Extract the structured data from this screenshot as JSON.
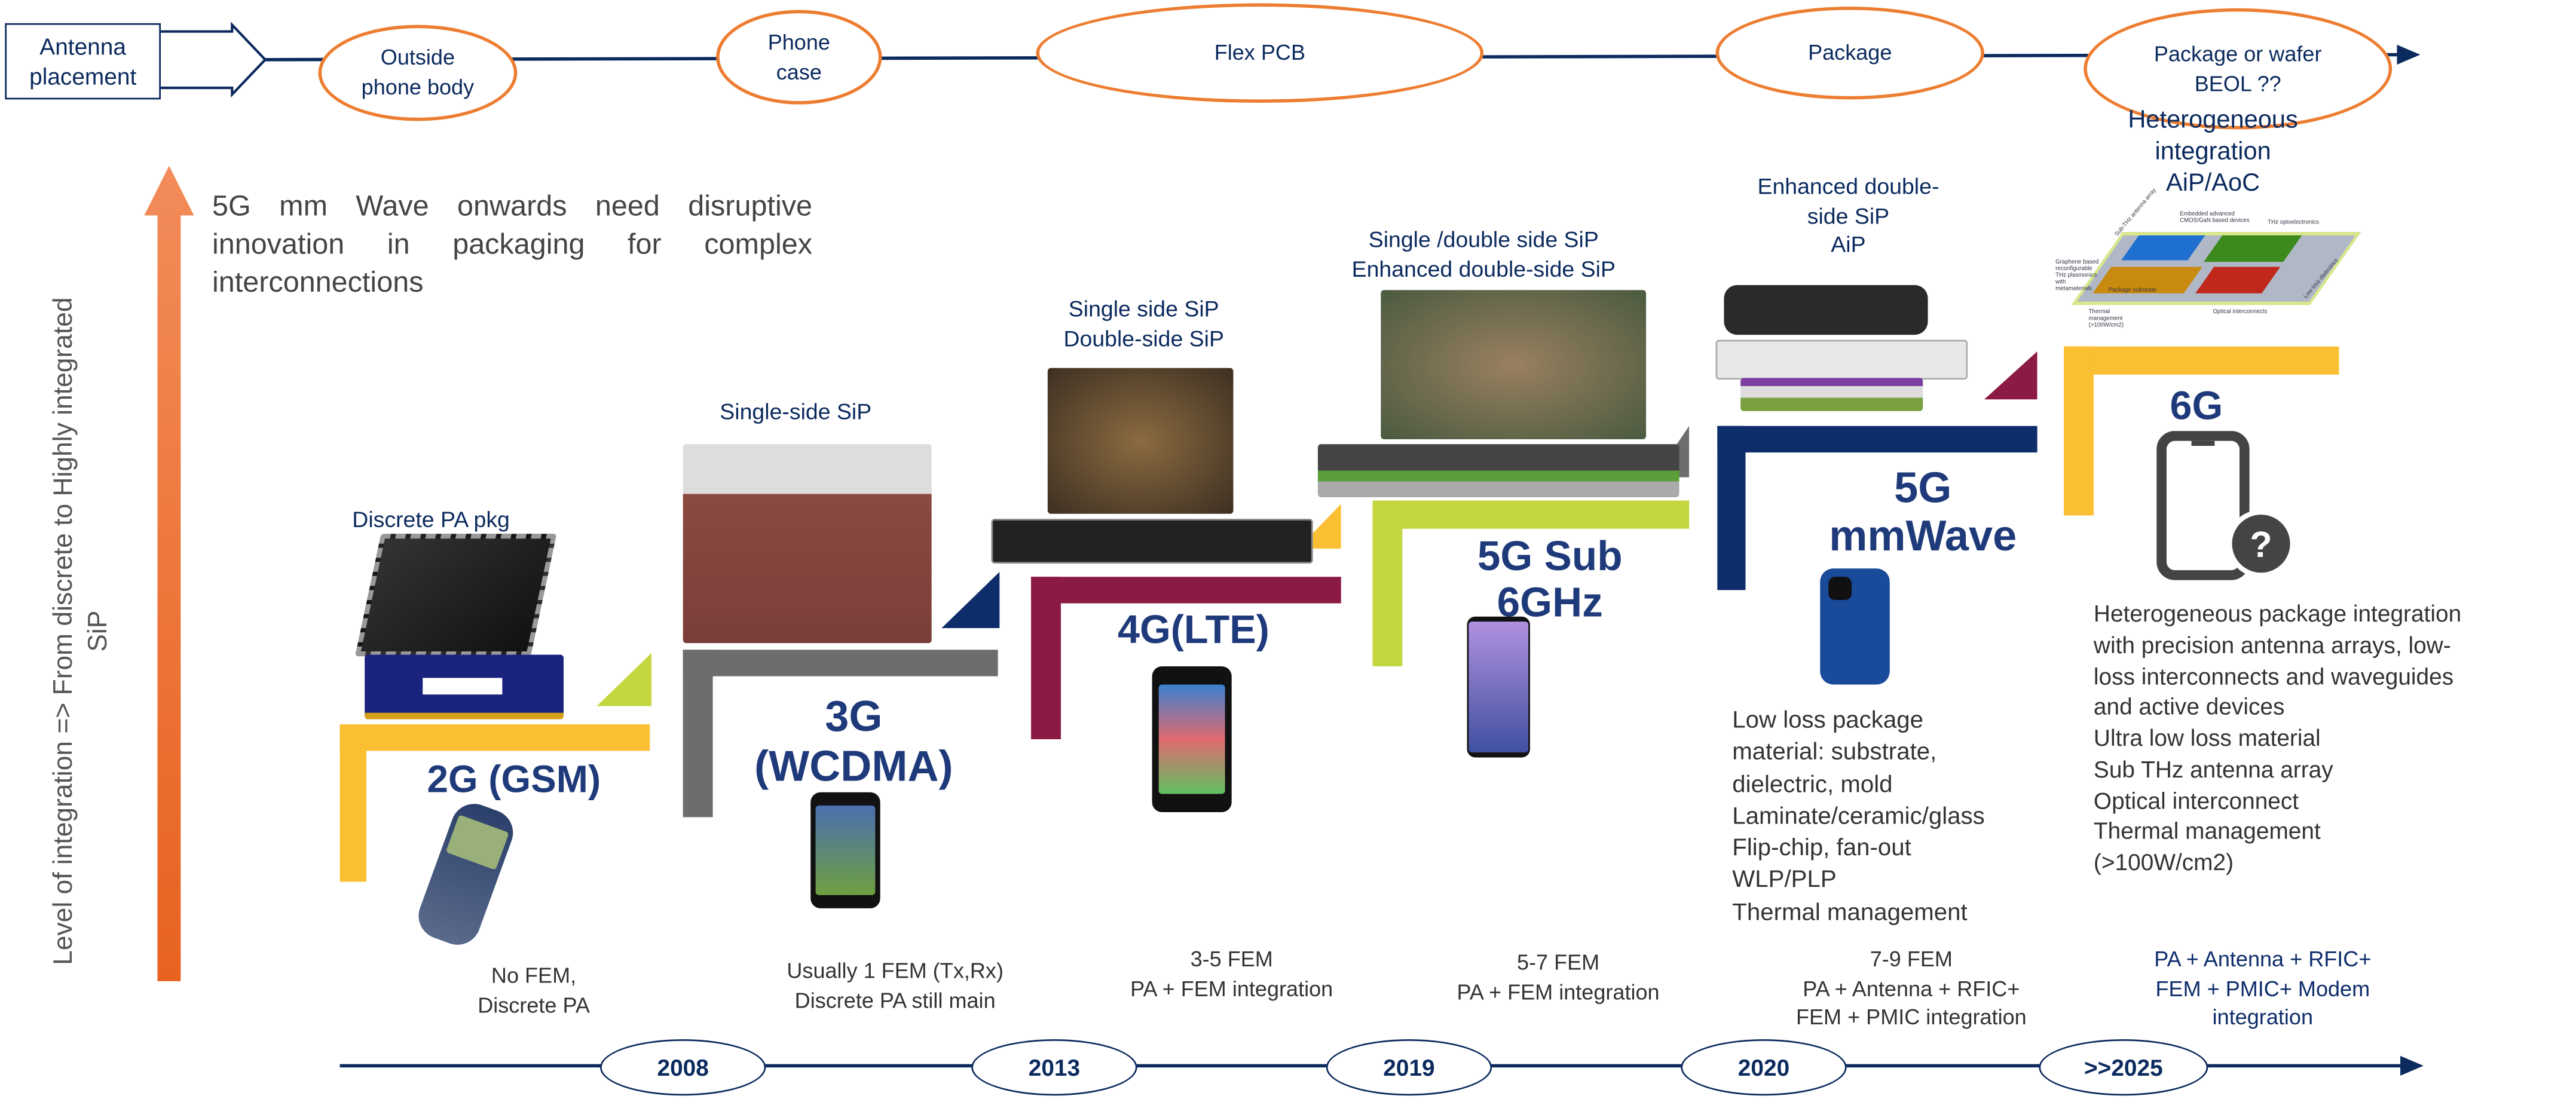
{
  "header": {
    "antenna_label": "Antenna placement",
    "stages": [
      "Outside phone body",
      "Phone case",
      "Flex PCB",
      "Package",
      "Package or wafer BEOL ??"
    ]
  },
  "axis_label": "Level of integration =>  From discrete to Highly integrated SiP",
  "caption": "5G mm Wave onwards need disruptive innovation in packaging for complex interconnections",
  "generations": [
    {
      "title": "2G (GSM)",
      "package": "Discrete PA pkg",
      "fem": [
        "No FEM,",
        "Discrete PA"
      ],
      "color": "#fbbf33"
    },
    {
      "title": "3G (WCDMA)",
      "package": "Single-side SiP",
      "fem": [
        "Usually 1 FEM (Tx,Rx)",
        "Discrete PA still main"
      ],
      "color": "#6d6d6d"
    },
    {
      "title": "4G(LTE)",
      "package": "Single side SiP Double-side SiP",
      "package_lines": [
        "Single side SiP",
        "Double-side SiP"
      ],
      "fem": [
        "3-5 FEM",
        "PA + FEM integration"
      ],
      "color": "#8b1a44"
    },
    {
      "title": "5G Sub 6GHz",
      "package_lines": [
        "Single /double  side SiP",
        "Enhanced double-side SiP"
      ],
      "fem": [
        "5-7 FEM",
        "PA + FEM integration"
      ],
      "color": "#c4d640"
    },
    {
      "title": "5G mmWave",
      "package_lines": [
        "Enhanced double-",
        "side SiP",
        "AiP"
      ],
      "fem": [
        "7-9 FEM",
        "PA + Antenna + RFIC+",
        "FEM + PMIC integration"
      ],
      "color": "#0e2d6b",
      "details": [
        "Low loss package",
        "material: substrate,",
        "dielectric, mold",
        "Laminate/ceramic/glass",
        "Flip-chip, fan-out",
        "WLP/PLP",
        "Thermal management"
      ]
    },
    {
      "title": "6G",
      "package_lines": [
        "Heterogeneous",
        "integration",
        "AiP/AoC"
      ],
      "fem": [
        "PA + Antenna + RFIC+",
        "FEM + PMIC+ Modem",
        "integration"
      ],
      "color": "#fbbf33",
      "details": [
        "Heterogeneous package integration",
        "with precision antenna arrays, low-",
        "loss interconnects and waveguides",
        "and active devices",
        "Ultra low loss material",
        "Sub THz antenna array",
        "Optical interconnect",
        "Thermal management",
        "(>100W/cm2)"
      ],
      "diagram_labels": [
        "Sub-THz antenna array",
        "Embedded advanced CMOS/GaN based devices",
        "THz optoelectronics",
        "Graphene based reconfigurable THz plasmonics with metamaterials",
        "Package substrate",
        "Low loss dielectrics",
        "Thermal management (>100W/cm2)",
        "Optical interconnects"
      ]
    }
  ],
  "timeline": [
    "2008",
    "2013",
    "2019",
    "2020",
    ">>2025"
  ],
  "colors": {
    "navy": "#0b2a5e",
    "orange": "#ed7d31",
    "text_gray": "#444444"
  }
}
